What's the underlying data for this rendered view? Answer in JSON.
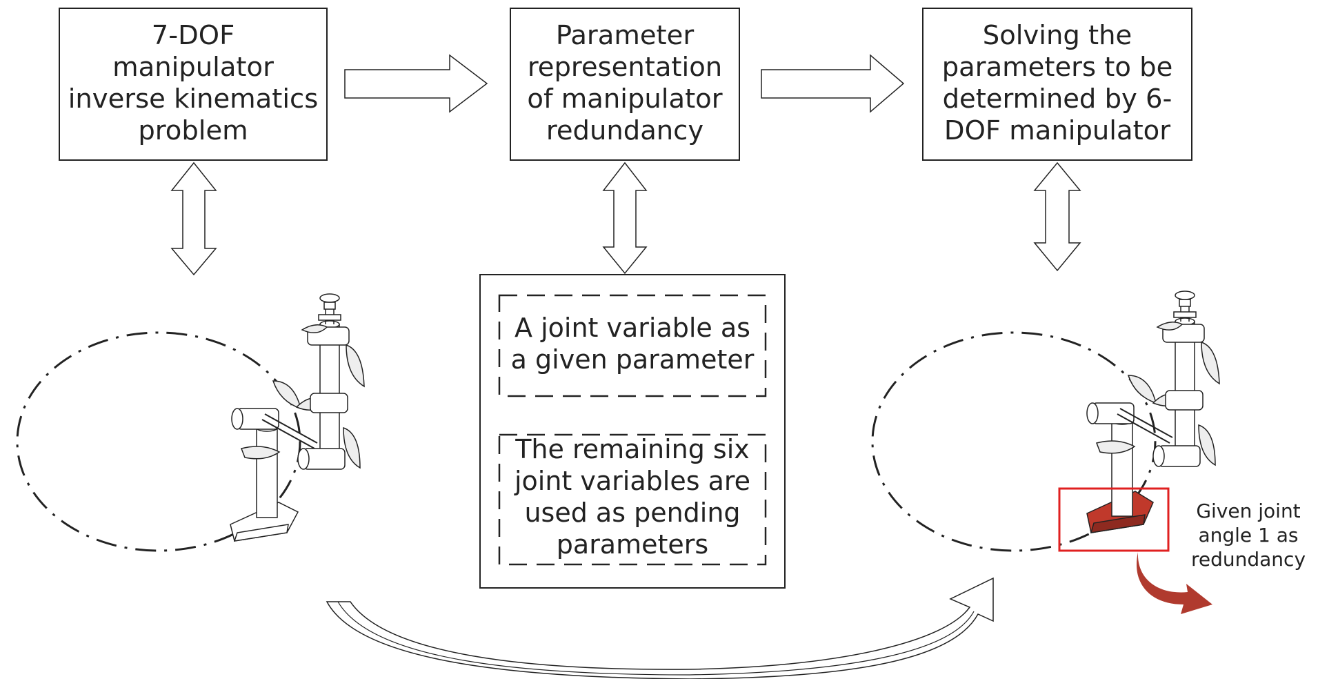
{
  "steps": [
    {
      "lines": [
        "7-DOF",
        "manipulator",
        "inverse kinematics",
        "problem"
      ]
    },
    {
      "lines": [
        "Parameter",
        "representation",
        "of manipulator",
        "redundancy"
      ]
    },
    {
      "lines": [
        "Solving the",
        "parameters to be",
        "determined by 6-",
        "DOF manipulator"
      ]
    }
  ],
  "detail": {
    "given": {
      "lines": [
        "A joint variable as",
        "a given parameter"
      ]
    },
    "pending": {
      "lines": [
        "The remaining six",
        "joint variables are",
        "used as pending",
        "parameters"
      ]
    }
  },
  "annotation": {
    "lines": [
      "Given joint",
      "angle 1 as",
      "redundancy"
    ]
  },
  "colors": {
    "line": "#222222",
    "highlight_box": "#e02020",
    "highlight_fill": "#c0392b",
    "curved_arrow": "#b03a2e"
  }
}
